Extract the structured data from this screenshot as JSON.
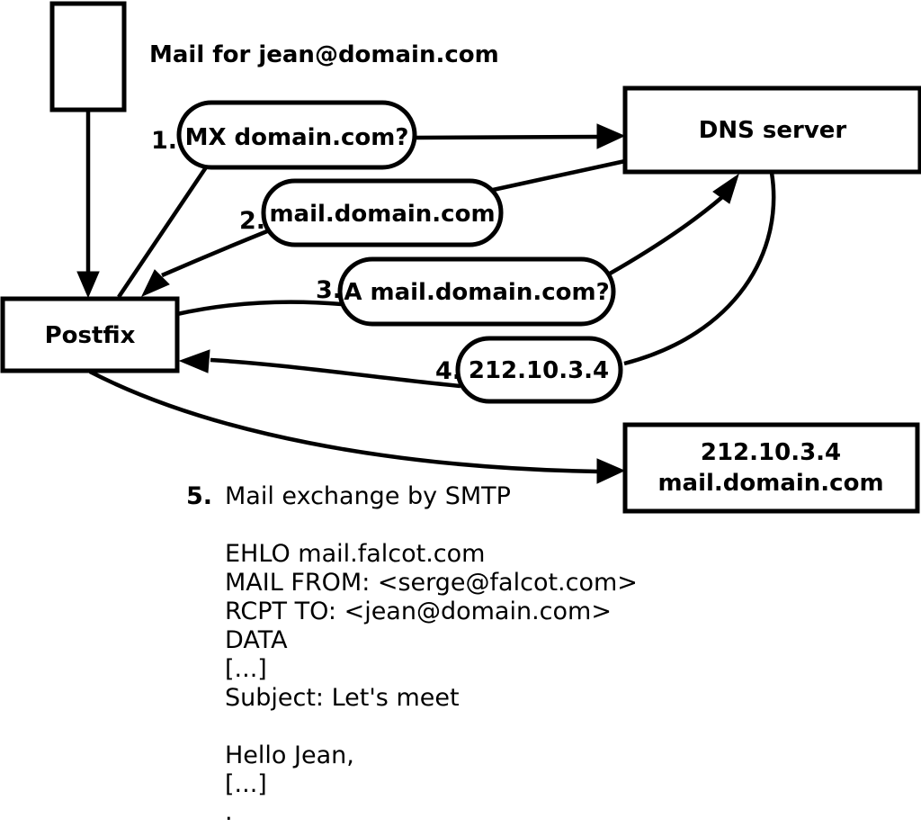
{
  "diagram": {
    "title_note": "Mail for jean@domain.com",
    "nodes": {
      "postfix": "Postfix",
      "dns_server": "DNS server",
      "mail_server_ip": "212.10.3.4",
      "mail_server_hostname": "mail.domain.com"
    },
    "steps": [
      {
        "num": "1.",
        "label": "MX domain.com?"
      },
      {
        "num": "2.",
        "label": "mail.domain.com"
      },
      {
        "num": "3.",
        "label": "A mail.domain.com?"
      },
      {
        "num": "4.",
        "label": "212.10.3.4"
      },
      {
        "num": "5.",
        "label": "Mail exchange by SMTP"
      }
    ],
    "smtp_session": [
      "EHLO mail.falcot.com",
      "MAIL FROM: <serge@falcot.com>",
      "RCPT TO: <jean@domain.com>",
      "DATA",
      "[...]",
      "Subject: Let's meet",
      "",
      "Hello Jean,",
      "[...]",
      "."
    ]
  },
  "colors": {
    "ink": "#000000",
    "background": "#ffffff"
  }
}
